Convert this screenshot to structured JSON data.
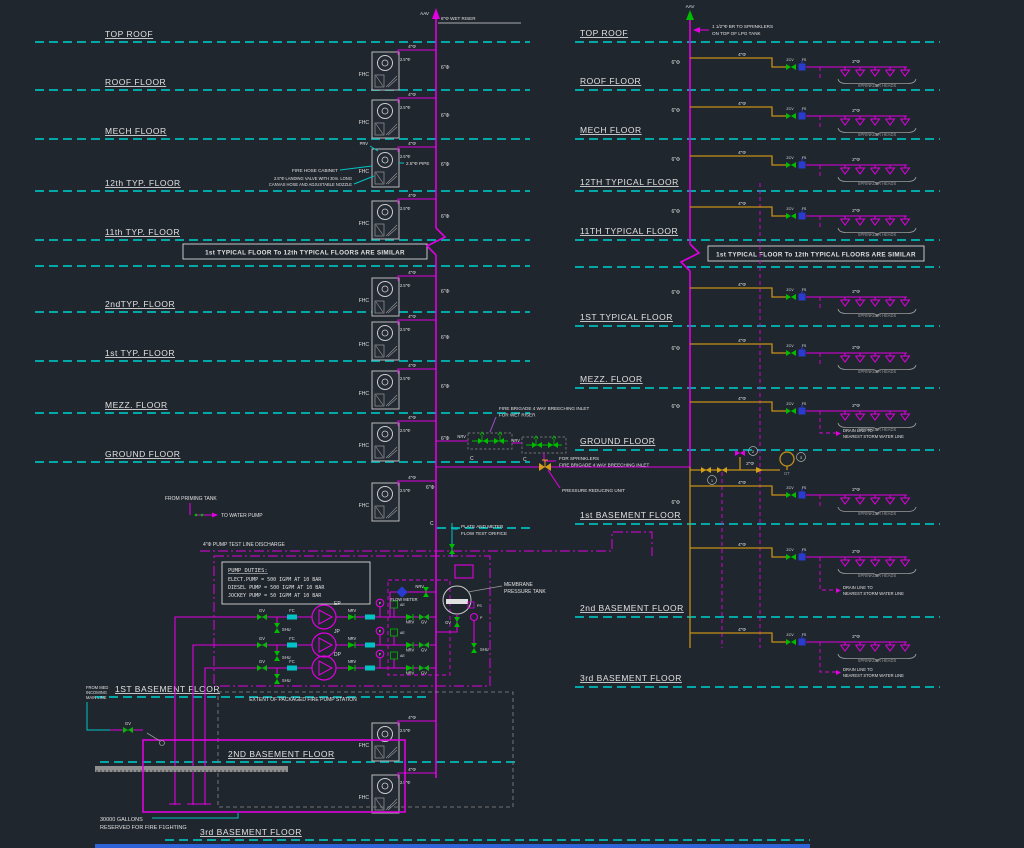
{
  "colors": {
    "background": "#20262e",
    "floor_line_teal": "#00a8a8",
    "pipe_magenta": "#e000e0",
    "pipe_yellow": "#c49016",
    "valve_green": "#00bb00",
    "valve_blue": "#2a3bd0",
    "leader_cyan": "#00c4c4",
    "text_white": "#e0e0e0",
    "gray": "#9a9a9a",
    "taskbar_blue": "#2e63d8"
  },
  "floors_left": [
    "TOP ROOF",
    "ROOF FLOOR",
    "MECH FLOOR",
    "12th TYP. FLOOR",
    "11th TYP. FLOOR",
    "2ndTYP. FLOOR",
    "1st TYP. FLOOR",
    "MEZZ. FLOOR",
    "GROUND FLOOR",
    "1ST BASEMENT FLOOR",
    "2ND BASEMENT FLOOR",
    "3rd BASEMENT FLOOR"
  ],
  "floors_right": [
    "TOP ROOF",
    "ROOF FLOOR",
    "MECH FLOOR",
    "12TH TYPICAL FLOOR",
    "11TH TYPICAL FLOOR",
    "1ST TYPICAL FLOOR",
    "MEZZ. FLOOR",
    "GROUND FLOOR",
    "1st BASEMENT FLOOR",
    "2nd BASEMENT FLOOR",
    "3rd BASEMENT FLOOR"
  ],
  "banner_left": "1st TYPICAL FLOOR  To 12th TYPICAL FLOORS ARE SIMILAR",
  "banner_right": "1st TYPICAL FLOOR  To 12th TYPICAL FLOORS ARE SIMILAR",
  "sizes": {
    "d6": "6\"Φ",
    "d4": "4\"Φ",
    "d25": "2.5\"Φ",
    "d2": "2\"Φ"
  },
  "wet_riser": {
    "aav": "AAV",
    "top_note": "6\"Φ WET RISER",
    "fhc": "FHC",
    "prv": "PRV",
    "callout_cabinet": "FIRE HOSE CABINET",
    "callout_lv1": "2.5\"Φ LANDING VALVE WITH 30m. LONG",
    "callout_lv2": "CANVAS HOSE AND ADJUSTABLE NOZZLE",
    "callout_pipe": "2.5\"Φ PIPE",
    "c_mark": "C"
  },
  "ground": {
    "inlet_wet_1": "FIRE BRIGADE 4 WAY BREECHING INLET",
    "inlet_wet_2": "FOR WET RISER",
    "nrv": "NRV",
    "inlet_spr_1": "FOR SPRINKLERS",
    "inlet_spr_2": "FIRE BRIGADE 4 WAY BREECHING INLET",
    "pru": "PRESSURE REDUCING UNIT"
  },
  "sprinklers": {
    "aav": "AAV",
    "top_note_1": "1 1/2\"Φ BR TO SPRINKLERS",
    "top_note_2": "ON TOP OF LPG TANK",
    "zcv": "ZCV",
    "fs": "FS",
    "heads": "SPRINKLER HEADS",
    "drain_1": "DRAIN LINE TO",
    "drain_2": "NEAREST STORM WATER LINE",
    "dt": "DT",
    "b1": "1",
    "b2": "2",
    "b3": "3"
  },
  "pump_room": {
    "duties_title": "PUMP DUTIES:",
    "duty_elect": "ELECT.PUMP  = 500 IGPM AT 10 BAR",
    "duty_diesel": "DIESEL PUMP = 500 IGPM AT 10 BAR",
    "duty_jockey": "JOCKEY PUMP = 50 IGPM AT 10 BAR",
    "ep": "EP",
    "jp": "JP",
    "dp": "DP",
    "gv": "GV",
    "fc": "FC",
    "shu": "SHU",
    "nrv": "NRV",
    "p": "P",
    "ae": "AE",
    "ps": "PS",
    "flow_meter": "FLOW METER",
    "membrane_1": "MEMBRANE",
    "membrane_2": "PRESSURE TANK",
    "test_line": "4\"Φ PUMP TEST LINE DISCHARGE",
    "orifice_1": "PLATE AND METER",
    "orifice_2": "FLOW TEST ORIFICE",
    "extent": "EXTENT OF PACKAGED FIRE PUMP STATION",
    "from_priming": "FROM PRIMING TANK",
    "to_water_pump": "TO WATER PUMP"
  },
  "tank": {
    "in_1": "FROM MED",
    "in_2": "INCOMING",
    "in_3": "MAIN LINE",
    "gv": "GV",
    "cap_1": "30000 GALLONS",
    "cap_2": "RESERVED FOR FIRE F1GHTING"
  }
}
